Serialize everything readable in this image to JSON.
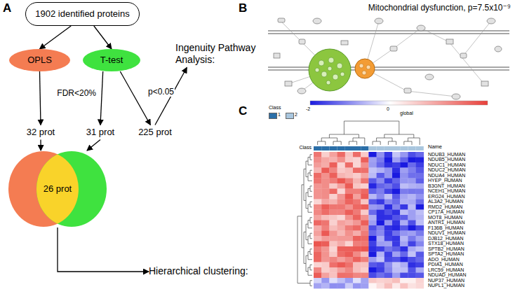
{
  "diagram": {
    "nodes": [
      {
        "text": [
          "1902 identified proteins"
        ]
      },
      {
        "text": [
          "OPLS"
        ]
      },
      {
        "text": [
          "T-test"
        ]
      },
      {
        "text": [
          "32 prot"
        ]
      },
      {
        "text": [
          "31 prot"
        ]
      },
      {
        "text": [
          "225 prot"
        ]
      },
      {
        "text": [
          "26 prot"
        ]
      },
      {
        "text": [
          "Ingenuity Pathway Analysis:"
        ]
      },
      {
        "text": [
          "Hierarchical clustering:"
        ]
      }
    ],
    "edges": [
      {
        "from": 0,
        "to": 1,
        "arrow": "to"
      },
      {
        "from": 0,
        "to": 2,
        "arrow": "to"
      },
      {
        "from": 1,
        "to": 3,
        "arrow": "to"
      },
      {
        "from": 2,
        "to": 4,
        "label": "FDR<20%",
        "arrow": "to"
      },
      {
        "from": 2,
        "to": 5,
        "label": "p<0.05",
        "arrow": "to"
      },
      {
        "from": 3,
        "to": 6,
        "arrow": "to"
      },
      {
        "from": 4,
        "to": 6,
        "arrow": "to"
      },
      {
        "from": 5,
        "to": 7,
        "arrow": "to"
      },
      {
        "from": 6,
        "to": 8,
        "arrow": "to"
      }
    ],
    "labels": [
      "A",
      "B",
      "C",
      "Mitochondrial dysfunction, p=7.5x10⁻⁹",
      "-2",
      "0",
      "global",
      "Class",
      "Class",
      "Name",
      "NDUB3_HUMAN",
      "NDUB5_HUMAN",
      "NDUC1_HUMAN",
      "NDUC2_HUMAN",
      "NDUA4_HUMAN",
      "HYEP_HUMAN",
      "B3GNT_HUMAN",
      "NCEH1_HUMAN",
      "ERG24_HUMAN",
      "AL3A2_HUMAN",
      "RMD2_HUMAN",
      "CP17A_HUMAN",
      "MOT8_HUMAN",
      "ANTR1_HUMAN",
      "F136B_HUMAN",
      "NDUV1_HUMAN",
      "DJB12_HUMAN",
      "STX18_HUMAN",
      "SPTB2_HUMAN",
      "SPTA2_HUMAN",
      "ADO_HUMAN",
      "PDIA1_HUMAN",
      "LRC59_HUMAN",
      "NDUAD_HUMAN",
      "NUP37_HUMAN",
      "NUPL1_HUMAN"
    ],
    "legend": [
      {
        "text": "1",
        "color": "#2b6fa8"
      },
      {
        "text": "2",
        "color": "#a9c6de"
      }
    ]
  }
}
